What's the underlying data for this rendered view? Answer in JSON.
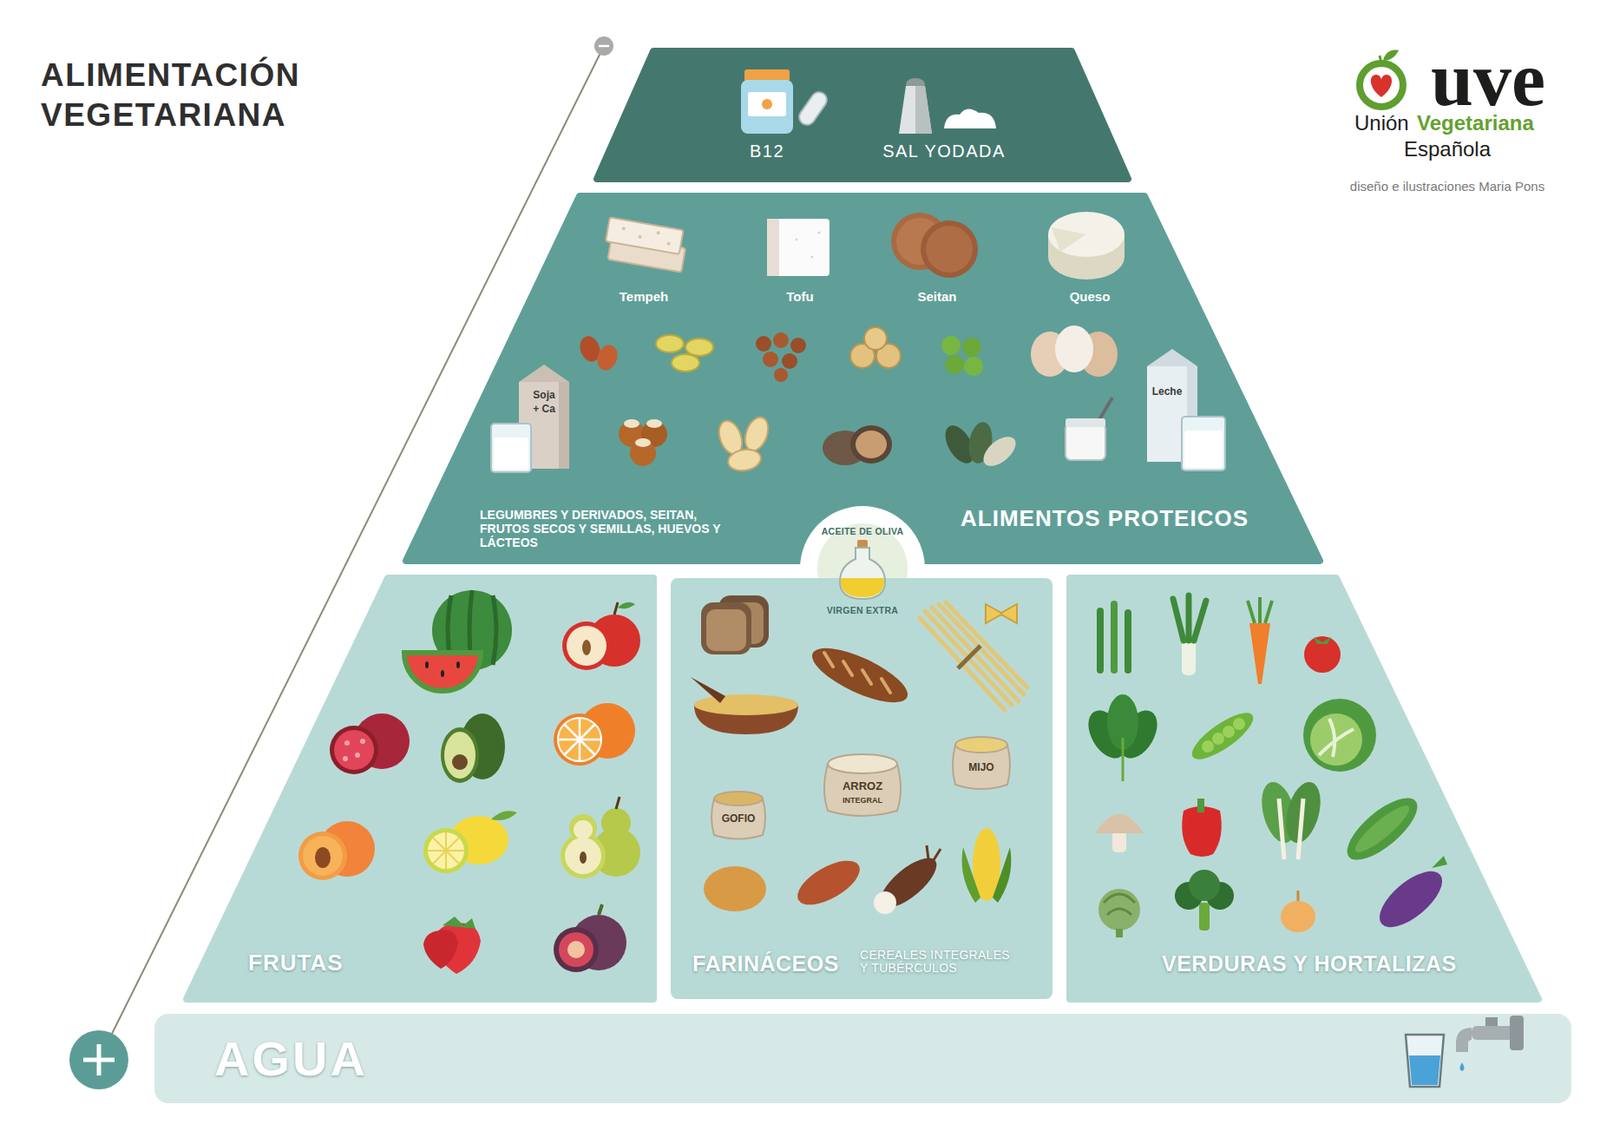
{
  "diagram": {
    "title": "ALIMENTACIÓN VEGETARIANA",
    "nodes": [
      {
        "text": [
          "B12",
          "SAL YODADA"
        ]
      },
      {
        "text": [
          "LEGUMBRES Y DERIVADOS, SEITAN, FRUTOS SECOS Y SEMILLAS, HUEVOS Y LÁCTEOS",
          "ALIMENTOS PROTEICOS"
        ]
      },
      {
        "text": [
          "ACEITE DE OLIVA",
          "VIRGEN EXTRA"
        ]
      },
      {
        "text": [
          "FRUTAS"
        ]
      },
      {
        "text": [
          "FARINÁCEOS",
          "CEREALES INTEGRALES Y TUBÉRCULOS"
        ]
      },
      {
        "text": [
          "VERDURAS Y HORTALIZAS"
        ]
      },
      {
        "text": [
          "AGUA"
        ]
      }
    ],
    "labels": [
      "Tempeh",
      "Tofu",
      "Seitan",
      "Queso",
      "Soja",
      "+ Ca",
      "Leche",
      "ARROZ",
      "INTEGRAL",
      "GOFIO",
      "MIJO",
      "uve",
      "Unión",
      "Vegetariana",
      "Española",
      "diseño e ilustraciones Maria Pons"
    ]
  }
}
